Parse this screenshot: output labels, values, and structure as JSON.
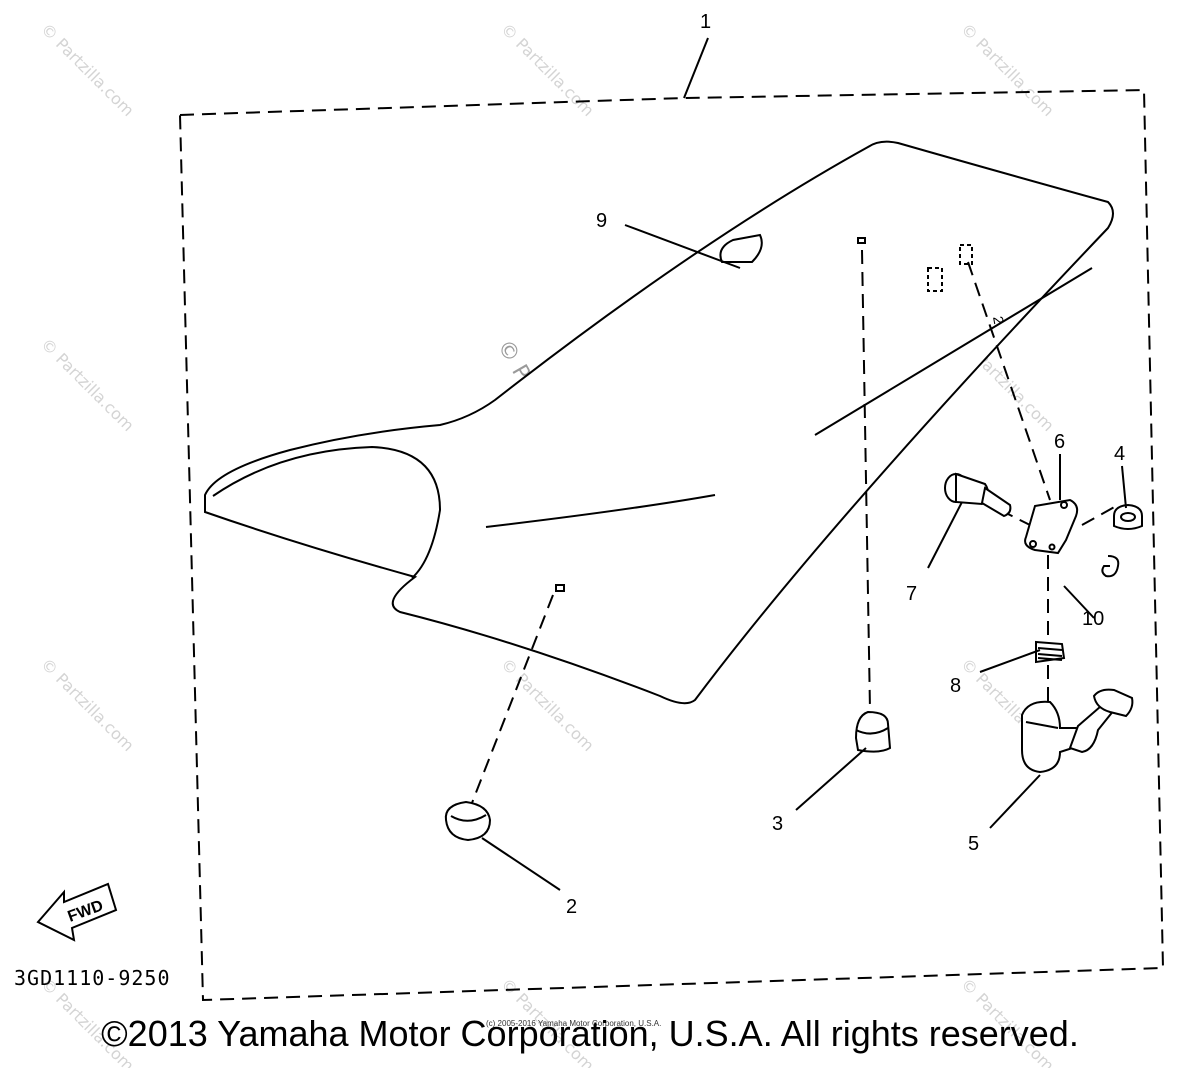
{
  "diagram": {
    "assembly_number": "1",
    "callouts": [
      {
        "id": "2a",
        "label": "2"
      },
      {
        "id": "2b",
        "label": "2"
      },
      {
        "id": "3",
        "label": "3"
      },
      {
        "id": "4",
        "label": "4"
      },
      {
        "id": "5",
        "label": "5"
      },
      {
        "id": "6",
        "label": "6"
      },
      {
        "id": "7",
        "label": "7"
      },
      {
        "id": "8",
        "label": "8"
      },
      {
        "id": "9",
        "label": "9"
      },
      {
        "id": "10",
        "label": "10"
      }
    ],
    "direction_label": "FWD",
    "part_code": "3GD1110-9250"
  },
  "watermark": {
    "text": "© Partzilla.com"
  },
  "footer": {
    "copyright": "©2013 Yamaha Motor Corporation, U.S.A. All rights reserved.",
    "small_copyright": "(c) 2005-2016 Yamaha Motor Corporation, U.S.A."
  }
}
